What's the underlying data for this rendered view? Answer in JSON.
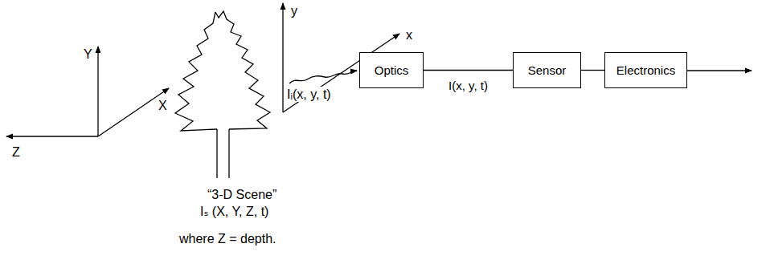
{
  "diagram": {
    "nodes": [
      {
        "text": [
          "Optics"
        ]
      },
      {
        "text": [
          "Sensor"
        ]
      },
      {
        "text": [
          "Electronics"
        ]
      }
    ],
    "edges": [
      {
        "from": 0,
        "to": 1,
        "arrow": "none",
        "label": "I(x, y, t)"
      },
      {
        "from": 1,
        "to": 2,
        "arrow": "none"
      }
    ],
    "labels": [
      "Y",
      "X",
      "Z",
      "y",
      "x",
      "Iᵢ(x, y, t)",
      "“3-D Scene”",
      "Iₛ (X, Y, Z, t)",
      "where Z = depth."
    ]
  }
}
